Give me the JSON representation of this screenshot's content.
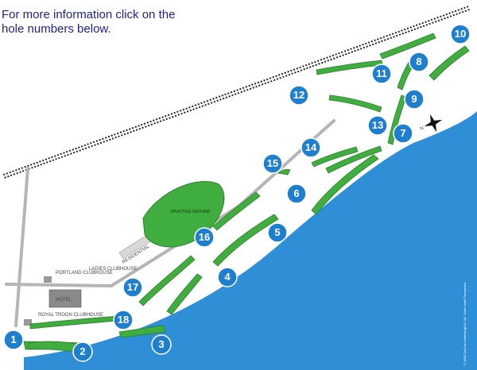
{
  "intro": {
    "line1": "For more information click on the",
    "line2": "hole numbers below."
  },
  "colors": {
    "sea": "#2f8fd6",
    "fairway": "#3fae3f",
    "hole_button": "#1f7fcf",
    "intro_text": "#1f1f8f"
  },
  "labels": {
    "practice_ground": "PRACTICE GROUND",
    "residential": "RESIDENTIAL",
    "ladies_clubhouse": "LADIES CLUBHOUSE",
    "portland_clubhouse": "PORTLAND CLUBHOUSE",
    "royal_troon_clubhouse": "ROYAL TROON CLUBHOUSE",
    "hotel": "HOTEL",
    "copyright": "© 1999 GuGuru Marketing/UK Ltd. Trade Hotel Permanent",
    "compass_n": "N"
  },
  "holes": [
    {
      "number": "1"
    },
    {
      "number": "2"
    },
    {
      "number": "3"
    },
    {
      "number": "4"
    },
    {
      "number": "5"
    },
    {
      "number": "6"
    },
    {
      "number": "7"
    },
    {
      "number": "8"
    },
    {
      "number": "9"
    },
    {
      "number": "10"
    },
    {
      "number": "11"
    },
    {
      "number": "12"
    },
    {
      "number": "13"
    },
    {
      "number": "14"
    },
    {
      "number": "15"
    },
    {
      "number": "16"
    },
    {
      "number": "17"
    },
    {
      "number": "18"
    }
  ]
}
